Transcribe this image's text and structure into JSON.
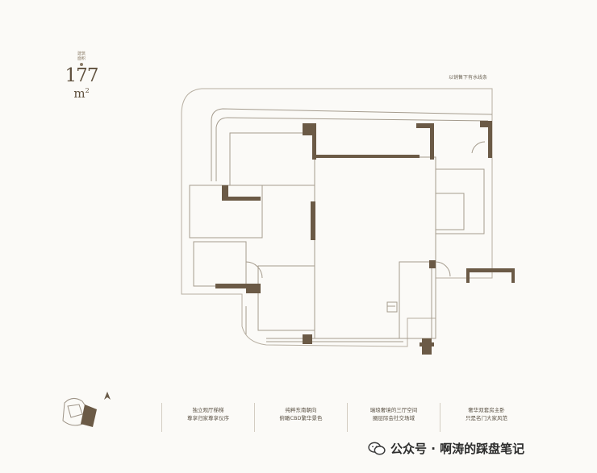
{
  "area": {
    "tag_line1": "建筑",
    "tag_line2": "面积",
    "value": "177",
    "unit": "m",
    "unit_power": "2"
  },
  "plan_note": "以销售下有水线条",
  "features": [
    {
      "line1": "独立观厅梯梯",
      "line2": "尊享归家尊享仪序"
    },
    {
      "line1": "纯粹东南朝向",
      "line2": "俯瞰CBD繁华景色"
    },
    {
      "line1": "瑞琅奢境的三厅空间",
      "line2": "圈层际会社交场域"
    },
    {
      "line1": "奢华双套房主卧",
      "line2": "只是名门大家风范"
    }
  ],
  "compass_label": "N",
  "watermark": {
    "icon": "wechat-icon",
    "text": "公众号 · 啊涛的踩盘笔记"
  },
  "colors": {
    "wall": "#6b5a46",
    "line": "#a59c8e",
    "background": "#fbfaf7"
  }
}
